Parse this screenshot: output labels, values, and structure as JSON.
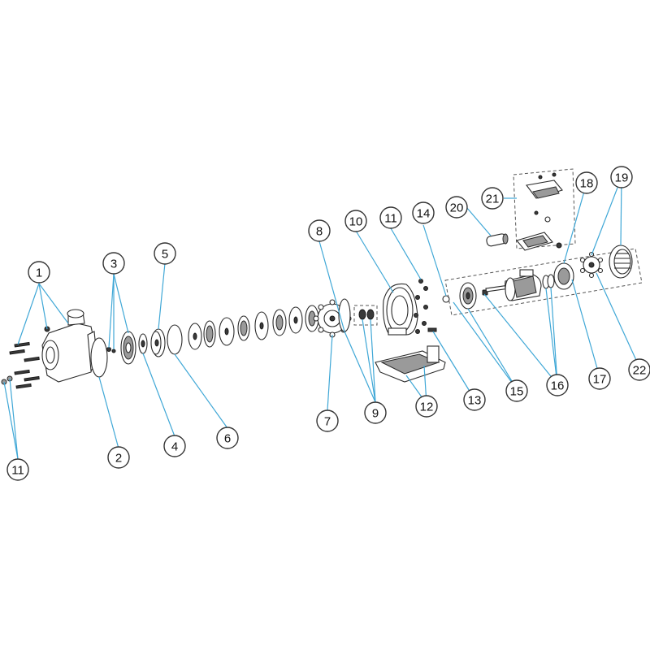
{
  "diagram": {
    "type": "exploded-parts-view",
    "callouts": [
      {
        "id": "c1",
        "label": "1"
      },
      {
        "id": "c2",
        "label": "2"
      },
      {
        "id": "c3",
        "label": "3"
      },
      {
        "id": "c4",
        "label": "4"
      },
      {
        "id": "c5",
        "label": "5"
      },
      {
        "id": "c6",
        "label": "6"
      },
      {
        "id": "c7",
        "label": "7"
      },
      {
        "id": "c8",
        "label": "8"
      },
      {
        "id": "c9",
        "label": "9"
      },
      {
        "id": "c10",
        "label": "10"
      },
      {
        "id": "c11a",
        "label": "11"
      },
      {
        "id": "c11b",
        "label": "11"
      },
      {
        "id": "c12",
        "label": "12"
      },
      {
        "id": "c13",
        "label": "13"
      },
      {
        "id": "c14",
        "label": "14"
      },
      {
        "id": "c15",
        "label": "15"
      },
      {
        "id": "c16",
        "label": "16"
      },
      {
        "id": "c17",
        "label": "17"
      },
      {
        "id": "c18",
        "label": "18"
      },
      {
        "id": "c19",
        "label": "19"
      },
      {
        "id": "c20",
        "label": "20"
      },
      {
        "id": "c21",
        "label": "21"
      },
      {
        "id": "c22",
        "label": "22"
      }
    ],
    "colors": {
      "leader": "#3fa7d6",
      "outline": "#2a2a2a",
      "background": "#ffffff"
    }
  }
}
